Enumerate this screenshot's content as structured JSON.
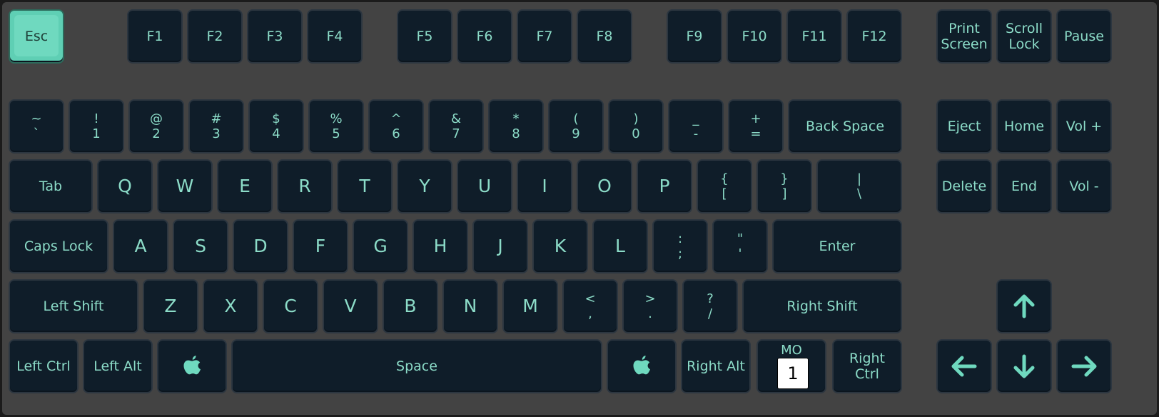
{
  "colors": {
    "frame": "#434343",
    "keycap": "#0f1d29",
    "legend": "#8cdcc8",
    "accent": "#5fcfb4"
  },
  "keyboard": {
    "function_row": {
      "esc": "Esc",
      "f1": "F1",
      "f2": "F2",
      "f3": "F3",
      "f4": "F4",
      "f5": "F5",
      "f6": "F6",
      "f7": "F7",
      "f8": "F8",
      "f9": "F9",
      "f10": "F10",
      "f11": "F11",
      "f12": "F12",
      "print_screen": "Print\nScreen",
      "scroll_lock": "Scroll\nLock",
      "pause": "Pause"
    },
    "number_row": [
      {
        "top": "~",
        "bottom": "`"
      },
      {
        "top": "!",
        "bottom": "1"
      },
      {
        "top": "@",
        "bottom": "2"
      },
      {
        "top": "#",
        "bottom": "3"
      },
      {
        "top": "$",
        "bottom": "4"
      },
      {
        "top": "%",
        "bottom": "5"
      },
      {
        "top": "^",
        "bottom": "6"
      },
      {
        "top": "&",
        "bottom": "7"
      },
      {
        "top": "*",
        "bottom": "8"
      },
      {
        "top": "(",
        "bottom": "9"
      },
      {
        "top": ")",
        "bottom": "0"
      },
      {
        "top": "_",
        "bottom": "-"
      },
      {
        "top": "+",
        "bottom": "="
      }
    ],
    "backspace": "Back Space",
    "tab": "Tab",
    "qwerty": [
      "Q",
      "W",
      "E",
      "R",
      "T",
      "Y",
      "U",
      "I",
      "O",
      "P"
    ],
    "brackets": [
      {
        "top": "{",
        "bottom": "["
      },
      {
        "top": "}",
        "bottom": "]"
      },
      {
        "top": "|",
        "bottom": "\\"
      }
    ],
    "caps_lock": "Caps Lock",
    "home_row": [
      "A",
      "S",
      "D",
      "F",
      "G",
      "H",
      "J",
      "K",
      "L"
    ],
    "semicolon": {
      "top": ":",
      "bottom": ";"
    },
    "quote": {
      "top": "\"",
      "bottom": "'"
    },
    "enter": "Enter",
    "left_shift": "Left Shift",
    "bottom_row_letters": [
      "Z",
      "X",
      "C",
      "V",
      "B",
      "N",
      "M"
    ],
    "punct": [
      {
        "top": "<",
        "bottom": ","
      },
      {
        "top": ">",
        "bottom": "."
      },
      {
        "top": "?",
        "bottom": "/"
      }
    ],
    "right_shift": "Right Shift",
    "left_ctrl": "Left Ctrl",
    "left_alt": "Left Alt",
    "space": "Space",
    "right_alt": "Right Alt",
    "mo": {
      "label": "MO",
      "value": "1"
    },
    "right_ctrl": "Right\nCtrl",
    "nav": {
      "eject": "Eject",
      "home": "Home",
      "vol_up": "Vol +",
      "delete": "Delete",
      "end": "End",
      "vol_down": "Vol -"
    },
    "arrows": {
      "up": "arrow-up-icon",
      "left": "arrow-left-icon",
      "down": "arrow-down-icon",
      "right": "arrow-right-icon"
    },
    "os_key_icon": "apple-icon",
    "active_key": "Esc"
  }
}
